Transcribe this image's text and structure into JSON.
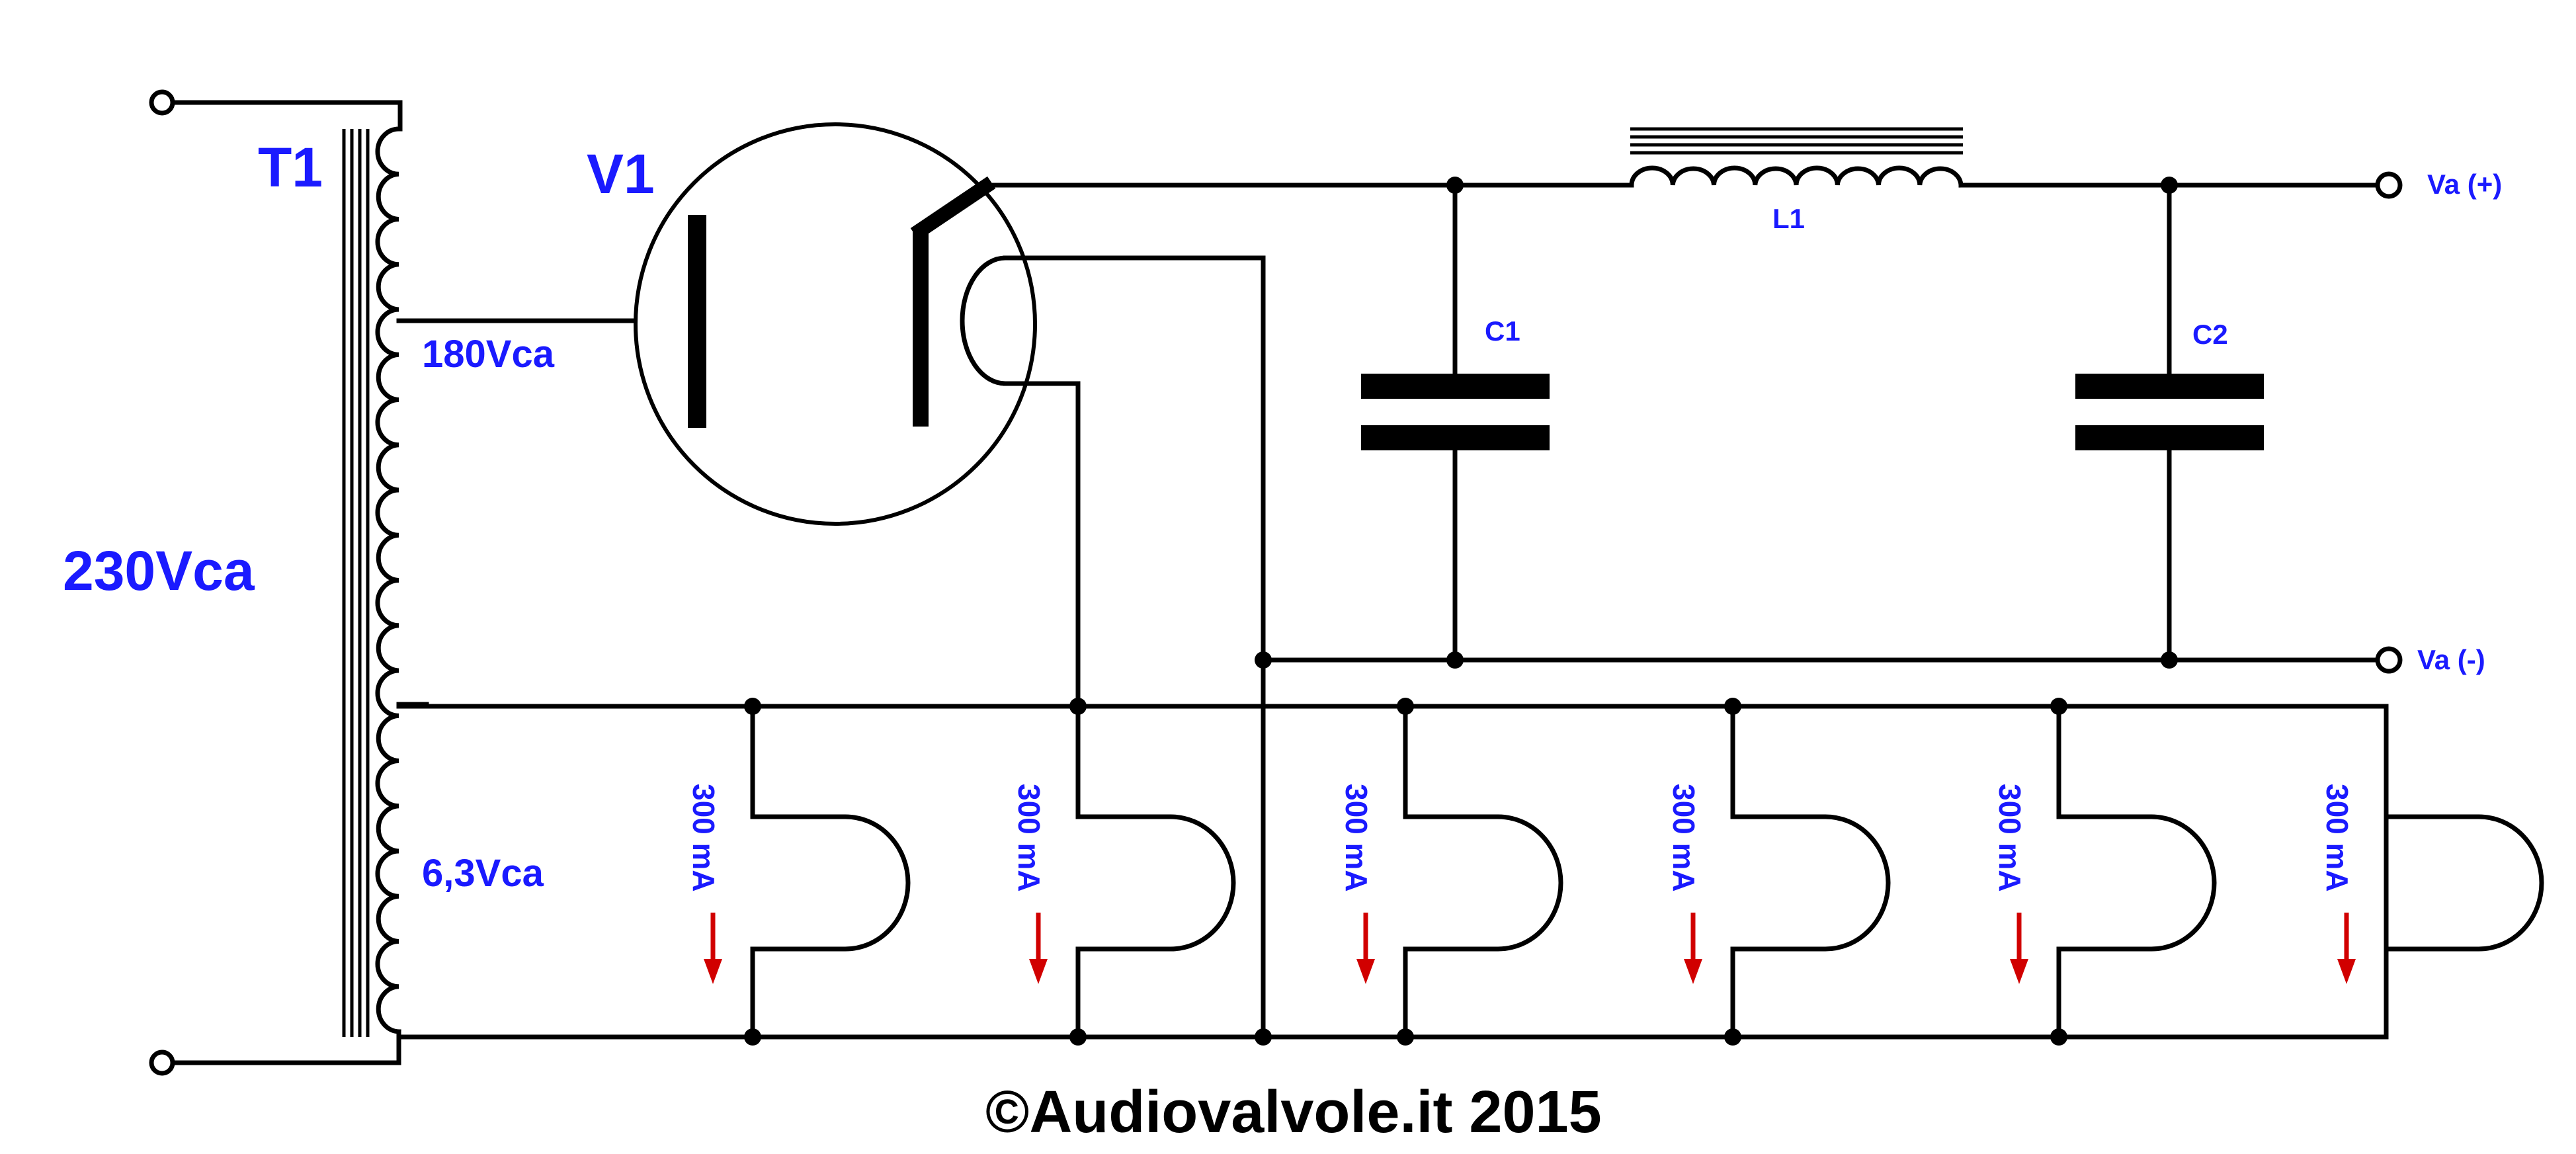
{
  "transformer": {
    "ref": "T1",
    "primary_voltage": "230Vca",
    "hv_secondary": "180Vca",
    "heater_secondary": "6,3Vca"
  },
  "rectifier": {
    "ref": "V1"
  },
  "filter": {
    "c1": "C1",
    "c2": "C2",
    "l1": "L1"
  },
  "outputs": {
    "positive": "Va (+)",
    "negative": "Va (-)"
  },
  "heaters": [
    {
      "current": "300 mA"
    },
    {
      "current": "300 mA"
    },
    {
      "current": "300 mA"
    },
    {
      "current": "300 mA"
    },
    {
      "current": "300 mA"
    },
    {
      "current": "300 mA"
    }
  ],
  "copyright": "©Audiovalvole.it 2015",
  "colors": {
    "labels": "#1a1aff",
    "arrows": "#d10000",
    "lines": "#000000"
  }
}
